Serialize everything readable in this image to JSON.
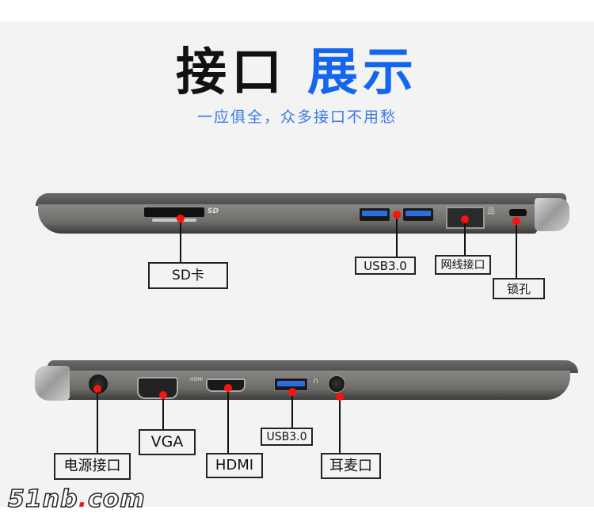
{
  "header": {
    "title_black": "接口",
    "title_blue": "展示",
    "subtitle": "一应俱全，众多接口不用愁",
    "colors": {
      "title_black": "#111111",
      "title_blue": "#1466f0",
      "subtitle": "#3a78e6",
      "background": "#f4f3f4",
      "marker": "#ff1010"
    }
  },
  "top_view": {
    "side": "right",
    "ports": [
      {
        "id": "sd",
        "label": "SD卡",
        "icon": "sd-card-slot-icon"
      },
      {
        "id": "usb",
        "label": "USB3.0",
        "icon": "usb-port-icon",
        "count": 2
      },
      {
        "id": "lan",
        "label": "网线接口",
        "icon": "ethernet-port-icon"
      },
      {
        "id": "lock",
        "label": "锁孔",
        "icon": "security-lock-slot-icon"
      }
    ]
  },
  "bottom_view": {
    "side": "left",
    "ports": [
      {
        "id": "power",
        "label": "电源接口",
        "icon": "dc-power-jack-icon"
      },
      {
        "id": "vga",
        "label": "VGA",
        "icon": "vga-port-icon"
      },
      {
        "id": "hdmi",
        "label": "HDMI",
        "icon": "hdmi-port-icon"
      },
      {
        "id": "usb",
        "label": "USB3.0",
        "icon": "usb-port-icon"
      },
      {
        "id": "audio",
        "label": "耳麦口",
        "icon": "headphone-jack-icon"
      }
    ]
  },
  "watermark": {
    "text_a": "51nb",
    "dot": ".",
    "text_b": "com"
  }
}
